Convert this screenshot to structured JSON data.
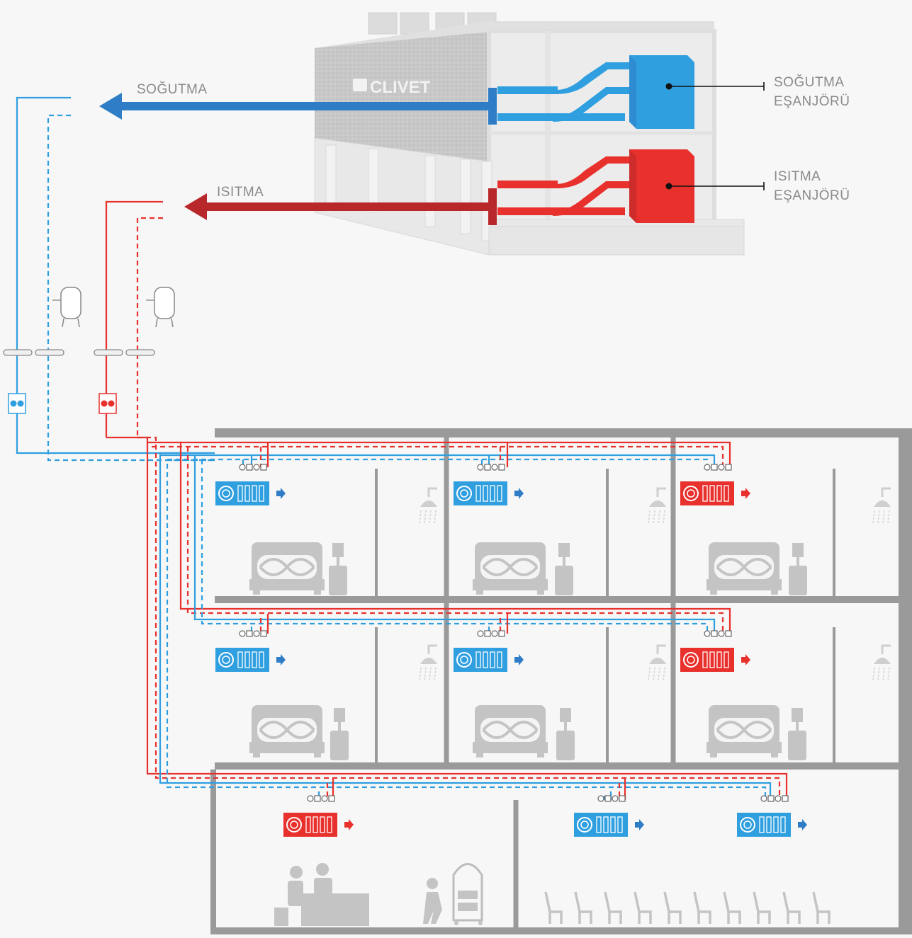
{
  "labels": {
    "cooling": "SOĞUTMA",
    "heating": "ISITMA",
    "cooling_exchanger_line1": "SOĞUTMA",
    "cooling_exchanger_line2": "EŞANJÖRÜ",
    "heating_exchanger_line1": "ISITMA",
    "heating_exchanger_line2": "EŞANJÖRÜ"
  },
  "brand": {
    "logo_text": "CLIVET"
  },
  "colors": {
    "cold": "#2f9fe0",
    "cold_dark": "#2e7dc6",
    "hot": "#e8302c",
    "hot_dark": "#b8282b",
    "wall": "#9a9a9b",
    "furniture": "#c4c4c4",
    "unit_frame": "#e2e2e2"
  },
  "icons": {
    "bed": "bed-icon",
    "lamp": "lamp-icon",
    "shower": "shower-icon",
    "reception": "reception-icon",
    "bellboy": "bellboy-icon",
    "chair": "chair-icon",
    "pump": "pump-icon",
    "tank": "expansion-tank-icon",
    "valve": "valve-icon"
  }
}
